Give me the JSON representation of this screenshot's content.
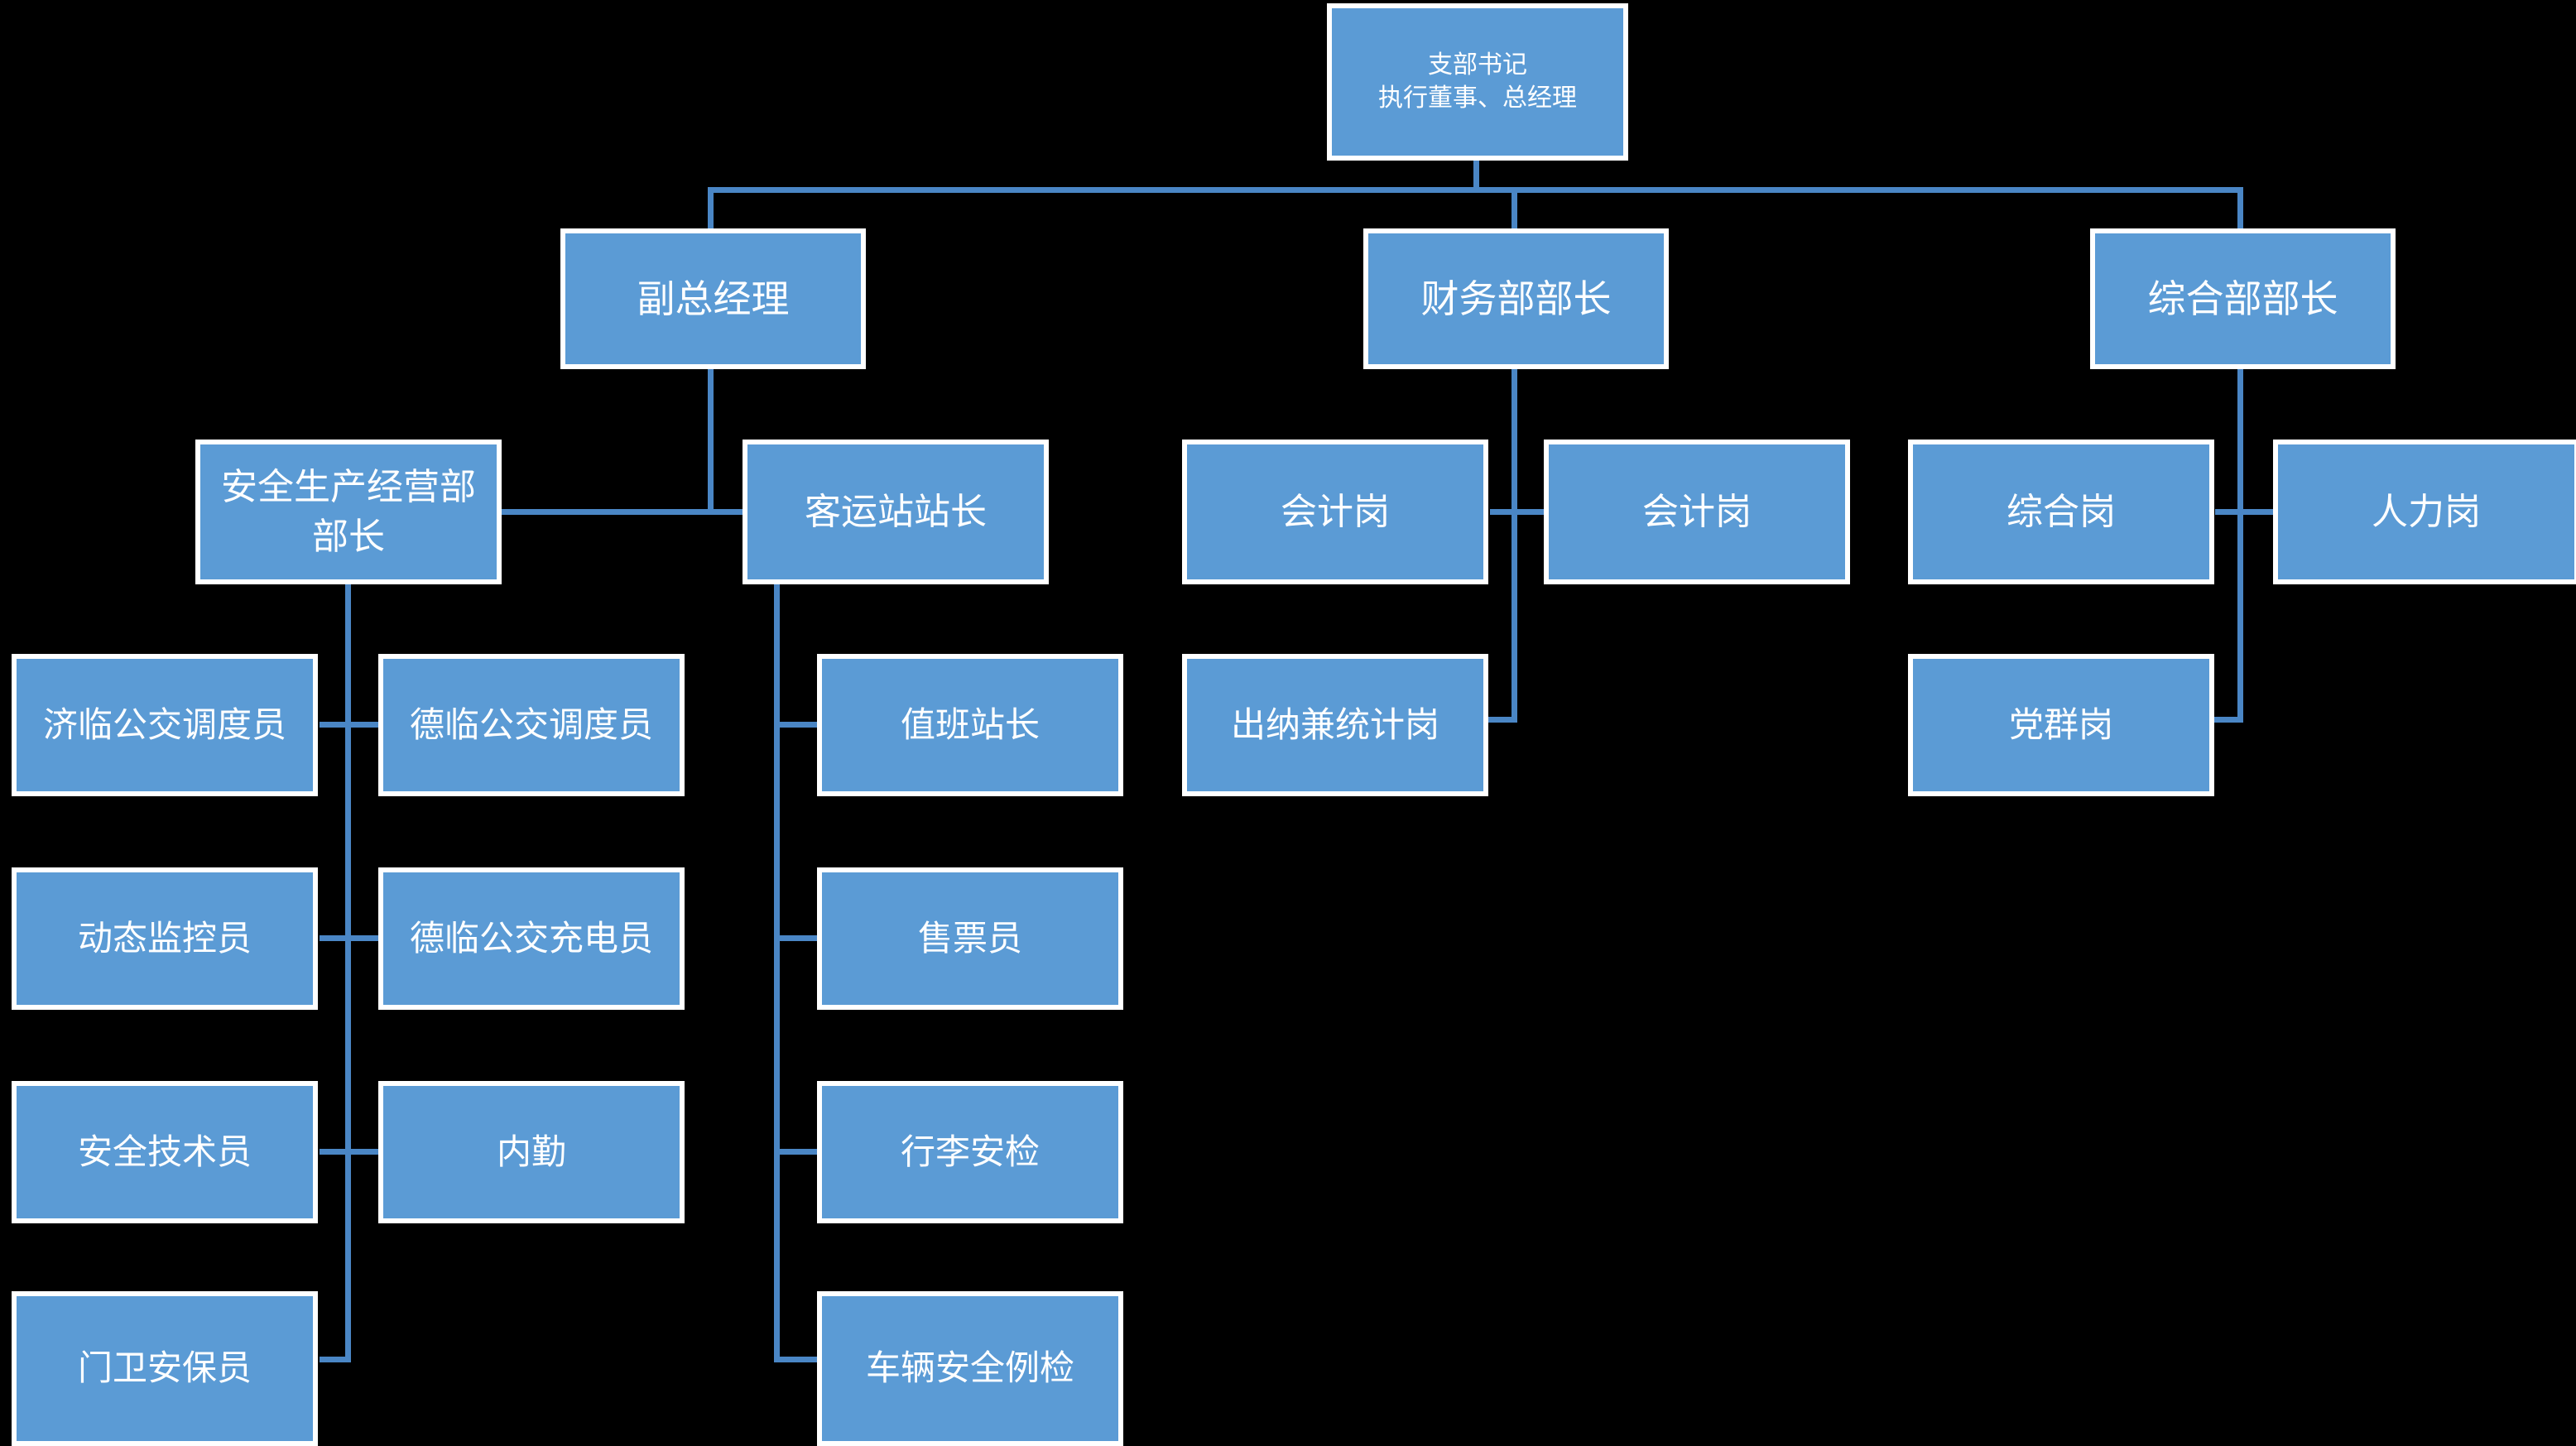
{
  "chart_title": "",
  "theme": {
    "background": "#000000",
    "node_fill": "#5B9BD5",
    "node_border": "#FFFFFF",
    "connector": "#4A86C5",
    "text": "#FFFFFF"
  },
  "chart_data": {
    "type": "diagram",
    "diagram_type": "organizational-chart",
    "orientation": "top-down",
    "nodes": [
      {
        "id": "root",
        "label_line1": "支部书记",
        "label_line2": "执行董事、总经理",
        "level": 1,
        "parent": null
      },
      {
        "id": "deputy_gm",
        "label": "副总经理",
        "level": 2,
        "parent": "root"
      },
      {
        "id": "finance_head",
        "label": "财务部部长",
        "level": 2,
        "parent": "root"
      },
      {
        "id": "admin_head",
        "label": "综合部部长",
        "level": 2,
        "parent": "root"
      },
      {
        "id": "safety_head",
        "label": "安全生产经营部部长",
        "level": 3,
        "parent": "deputy_gm"
      },
      {
        "id": "station_head",
        "label": "客运站站长",
        "level": 3,
        "parent": "deputy_gm"
      },
      {
        "id": "acct_1",
        "label": "会计岗",
        "level": 3,
        "parent": "finance_head"
      },
      {
        "id": "acct_2",
        "label": "会计岗",
        "level": 3,
        "parent": "finance_head"
      },
      {
        "id": "admin_post",
        "label": "综合岗",
        "level": 3,
        "parent": "admin_head"
      },
      {
        "id": "hr_post",
        "label": "人力岗",
        "level": 3,
        "parent": "admin_head"
      },
      {
        "id": "cashier",
        "label": "出纳兼统计岗",
        "level": 4,
        "parent": "finance_head"
      },
      {
        "id": "party_post",
        "label": "党群岗",
        "level": 4,
        "parent": "admin_head"
      },
      {
        "id": "jilin_disp",
        "label": "济临公交调度员",
        "level": 4,
        "parent": "safety_head"
      },
      {
        "id": "delin_disp",
        "label": "德临公交调度员",
        "level": 4,
        "parent": "safety_head"
      },
      {
        "id": "dyn_monitor",
        "label": "动态监控员",
        "level": 4,
        "parent": "safety_head"
      },
      {
        "id": "delin_charge",
        "label": "德临公交充电员",
        "level": 4,
        "parent": "safety_head"
      },
      {
        "id": "safety_tech",
        "label": "安全技术员",
        "level": 4,
        "parent": "safety_head"
      },
      {
        "id": "office_clerk",
        "label": "内勤",
        "level": 4,
        "parent": "safety_head"
      },
      {
        "id": "gate_guard",
        "label": "门卫安保员",
        "level": 4,
        "parent": "safety_head"
      },
      {
        "id": "duty_master",
        "label": "值班站长",
        "level": 4,
        "parent": "station_head"
      },
      {
        "id": "ticket_seller",
        "label": "售票员",
        "level": 4,
        "parent": "station_head"
      },
      {
        "id": "baggage_scan",
        "label": "行李安检",
        "level": 4,
        "parent": "station_head"
      },
      {
        "id": "vehicle_check",
        "label": "车辆安全例检",
        "level": 4,
        "parent": "station_head"
      }
    ]
  },
  "nodes": {
    "root": {
      "line1": "支部书记",
      "line2": "执行董事、总经理"
    },
    "deputy_gm": {
      "label": "副总经理"
    },
    "finance_head": {
      "label": "财务部部长"
    },
    "admin_head": {
      "label": "综合部部长"
    },
    "safety_head": {
      "label": "安全生产经营部部长"
    },
    "station_head": {
      "label": "客运站站长"
    },
    "acct_1": {
      "label": "会计岗"
    },
    "acct_2": {
      "label": "会计岗"
    },
    "admin_post": {
      "label": "综合岗"
    },
    "hr_post": {
      "label": "人力岗"
    },
    "cashier": {
      "label": "出纳兼统计岗"
    },
    "party_post": {
      "label": "党群岗"
    },
    "jilin_disp": {
      "label": "济临公交调度员"
    },
    "delin_disp": {
      "label": "德临公交调度员"
    },
    "dyn_monitor": {
      "label": "动态监控员"
    },
    "delin_charge": {
      "label": "德临公交充电员"
    },
    "safety_tech": {
      "label": "安全技术员"
    },
    "office_clerk": {
      "label": "内勤"
    },
    "gate_guard": {
      "label": "门卫安保员"
    },
    "duty_master": {
      "label": "值班站长"
    },
    "ticket_seller": {
      "label": "售票员"
    },
    "baggage_scan": {
      "label": "行李安检"
    },
    "vehicle_check": {
      "label": "车辆安全例检"
    }
  }
}
